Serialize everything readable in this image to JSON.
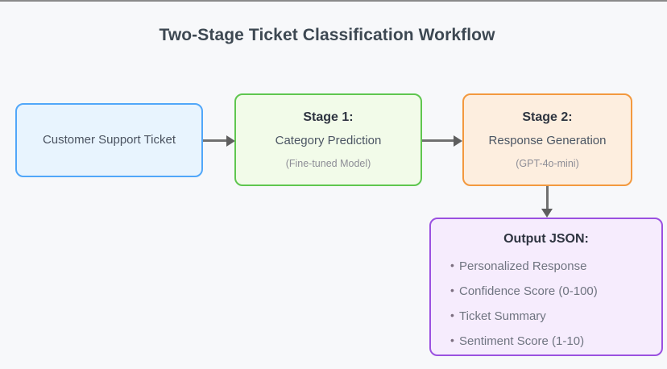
{
  "title": "Two-Stage Ticket Classification Workflow",
  "nodes": {
    "input": {
      "label": "Customer Support Ticket",
      "fill": "#e8f4fe",
      "stroke": "#51a7f9"
    },
    "stage1": {
      "title": "Stage 1:",
      "subtitle": "Category Prediction",
      "note": "(Fine-tuned Model)",
      "fill": "#f2fbe9",
      "stroke": "#5fc64f"
    },
    "stage2": {
      "title": "Stage 2:",
      "subtitle": "Response Generation",
      "note": "(GPT-4o-mini)",
      "fill": "#fdeedf",
      "stroke": "#f3993e"
    },
    "output": {
      "title": "Output JSON:",
      "items": [
        "Personalized Response",
        "Confidence Score (0-100)",
        "Ticket Summary",
        "Sentiment Score (1-10)"
      ],
      "fill": "#f6ecfd",
      "stroke": "#9b51e0"
    }
  },
  "connectors": [
    {
      "name": "input-to-stage1",
      "direction": "right"
    },
    {
      "name": "stage1-to-stage2",
      "direction": "right"
    },
    {
      "name": "stage2-to-output",
      "direction": "down"
    }
  ],
  "colors": {
    "background": "#f7f8fa",
    "title_text": "#3d4852",
    "arrow": "#707070"
  }
}
